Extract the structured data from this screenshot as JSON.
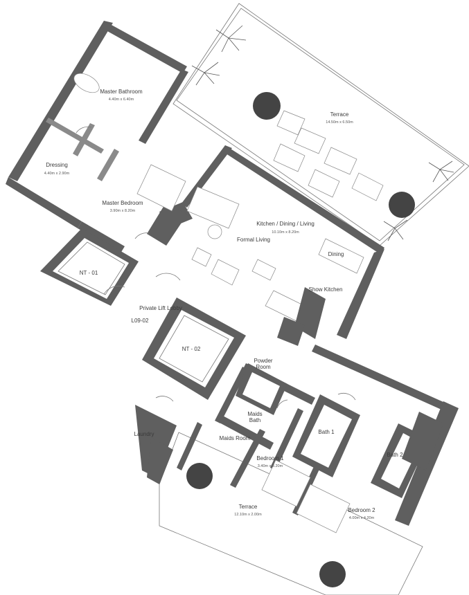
{
  "rooms": {
    "master_bathroom": {
      "name": "Master Bathroom",
      "dims": "4.40m x 6.40m"
    },
    "dressing": {
      "name": "Dressing",
      "dims": "4.40m x 2.90m"
    },
    "master_bedroom": {
      "name": "Master Bedroom",
      "dims": "3.90m x 8.20m"
    },
    "terrace_top": {
      "name": "Terrace",
      "dims": "14.50m x 6.50m"
    },
    "kitchen_dining_living": {
      "name": "Kitchen / Dining / Living",
      "dims": "10.10m x 8.20m"
    },
    "formal_living": {
      "name": "Formal Living"
    },
    "dining": {
      "name": "Dining"
    },
    "show_kitchen": {
      "name": "Show Kitchen"
    },
    "nt01": {
      "name": "NT - 01"
    },
    "nt02": {
      "name": "NT - 02"
    },
    "lift_lobby": {
      "name": "Private Lift Lobby",
      "code": "L09-02"
    },
    "powder_room": {
      "name_line1": "Powder",
      "name_line2": "Room"
    },
    "maids_bath": {
      "name_line1": "Maids",
      "name_line2": "Bath"
    },
    "maids_room": {
      "name": "Maids Room"
    },
    "laundry": {
      "name": "Laundry"
    },
    "bath1": {
      "name": "Bath 1"
    },
    "bath2": {
      "name": "Bath 2"
    },
    "bedroom1": {
      "name": "Bedroom 1",
      "dims": "3.40m x 3.20m"
    },
    "bedroom2": {
      "name": "Bedroom 2",
      "dims": "4.00m x 4.20m"
    },
    "terrace_bottom": {
      "name": "Terrace",
      "dims": "12.10m x 2.00m"
    }
  },
  "colors": {
    "wall": "#5f5f5f",
    "planter": "#4a4a4a",
    "line": "#777777"
  }
}
